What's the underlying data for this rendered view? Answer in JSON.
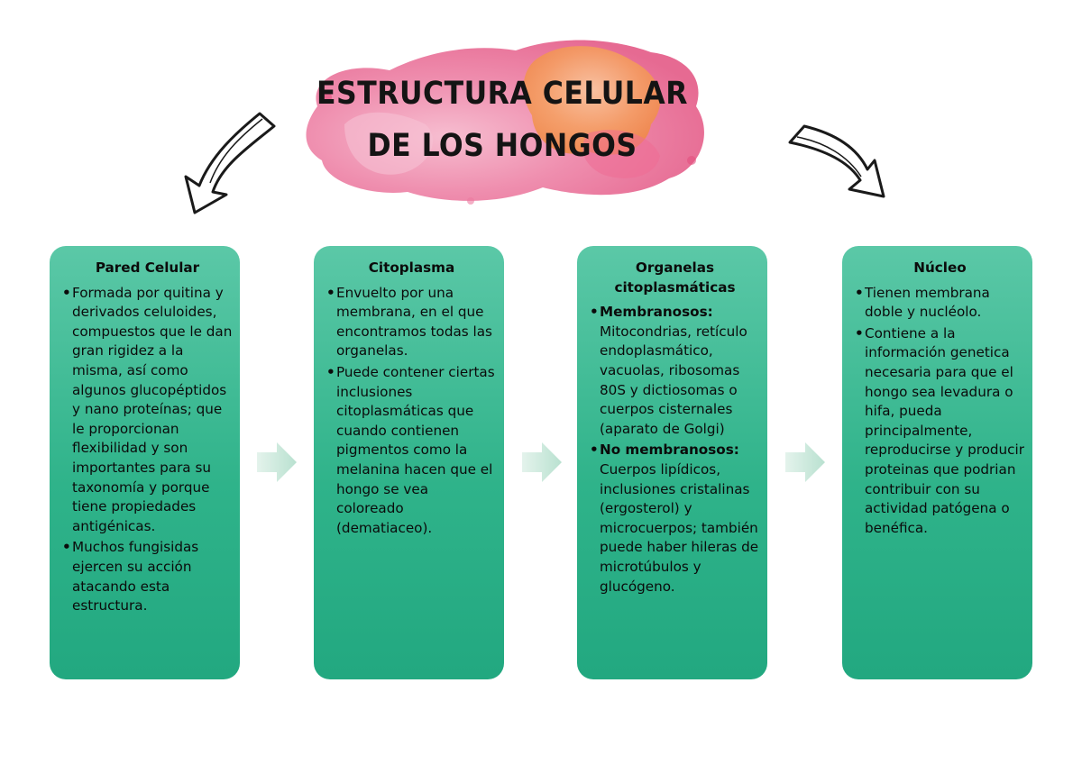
{
  "title": {
    "line1": "ESTRUCTURA CELULAR",
    "line2": "DE LOS HONGOS"
  },
  "colors": {
    "card": "#2fb38a",
    "arrow": "#c9e8db",
    "splash_pink": "#e9588a",
    "splash_orange": "#f6a04c"
  },
  "cards": [
    {
      "title": "Pared Celular",
      "items": [
        {
          "text": "Formada por quitina y derivados celuloides, compuestos que le dan gran rigidez a la misma, así como algunos glucopéptidos y nano proteínas; que le proporcionan flexibilidad y son importantes para su taxonomía y porque tiene propiedades antigénicas."
        },
        {
          "text": "Muchos fungisidas ejercen su acción atacando esta estructura."
        }
      ]
    },
    {
      "title": "Citoplasma",
      "items": [
        {
          "text": "Envuelto por una membrana, en el que encontramos todas las organelas."
        },
        {
          "text": "Puede contener ciertas inclusiones citoplasmáticas que cuando contienen pigmentos como la melanina hacen que el hongo se vea coloreado (dematiaceo)."
        }
      ]
    },
    {
      "title": "Organelas citoplasmáticas",
      "items": [
        {
          "bold": "Membranosos:",
          "text": " Mitocondrias, retículo endoplasmático, vacuolas, ribosomas 80S y dictiosomas o cuerpos cisternales (aparato de Golgi)"
        },
        {
          "bold": "No membranosos:",
          "text": " Cuerpos lipídicos, inclusiones cristalinas (ergosterol) y microcuerpos; también puede haber hileras de microtúbulos y glucógeno."
        }
      ]
    },
    {
      "title": "Núcleo",
      "items": [
        {
          "text": "Tienen membrana doble y nucléolo."
        },
        {
          "text": "Contiene a la información genetica necesaria para que el hongo sea levadura o hifa, pueda principalmente, reproducirse y producir proteinas que podrian contribuir con su actividad patógena o benéfica."
        }
      ]
    }
  ],
  "icons": {
    "connector": "chevron-right-arrow-icon",
    "curved_left": "curved-arrow-left-icon",
    "curved_right": "curved-arrow-right-icon",
    "splash": "watercolor-splash"
  }
}
